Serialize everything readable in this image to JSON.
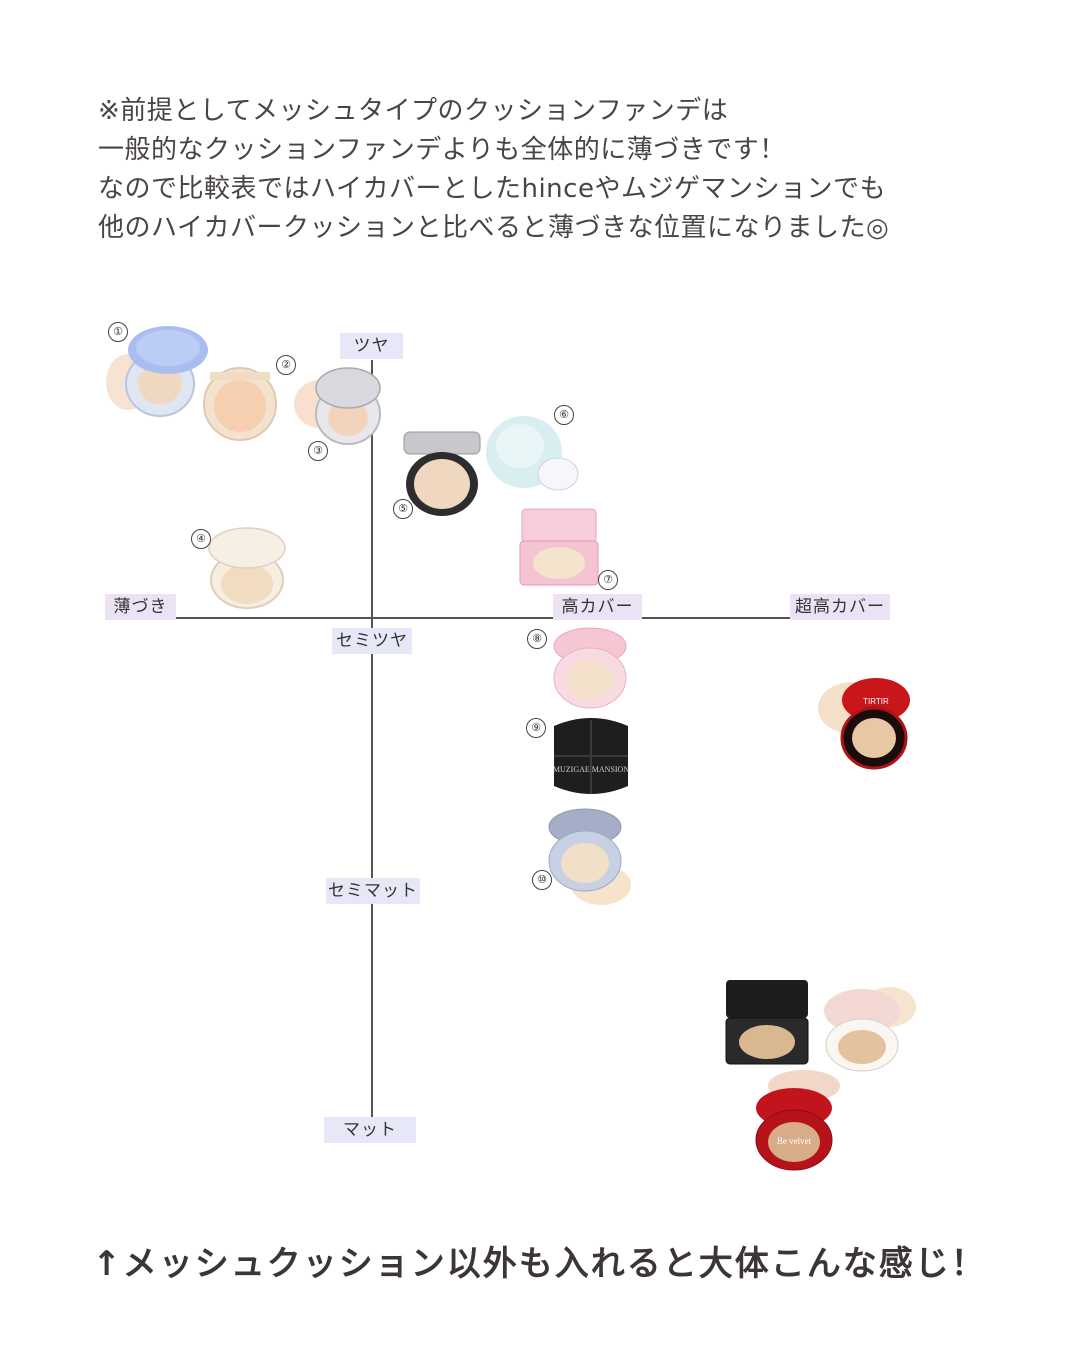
{
  "intro": {
    "line1": "※前提としてメッシュタイプのクッションファンデは",
    "line2": "一般的なクッションファンデよりも全体的に薄づきです！",
    "line3": "なので比較表ではハイカバーとしたhinceやムジゲマンションでも",
    "line4": "他のハイカバークッションと比べると薄づきな位置になりました◎"
  },
  "axes": {
    "top": "ツヤ",
    "semi_glow": "セミツヤ",
    "semi_matte": "セミマット",
    "bottom": "マット",
    "left": "薄づき",
    "mid_right": "高カバー",
    "right": "超高カバー"
  },
  "markers": [
    "①",
    "②",
    "③",
    "④",
    "⑤",
    "⑥",
    "⑦",
    "⑧",
    "⑨",
    "⑩"
  ],
  "brand_text": {
    "muzigae": "MUZIGAE MANSION",
    "tirtir": "TIRTIR",
    "espoir": "Be velvet"
  },
  "colors": {
    "label_blue": "#e6e8f8",
    "label_purple": "#ece2f5",
    "axis": "#555555",
    "text": "#4a4444"
  },
  "footer": "↑メッシュクッション以外も入れると大体こんな感じ！"
}
